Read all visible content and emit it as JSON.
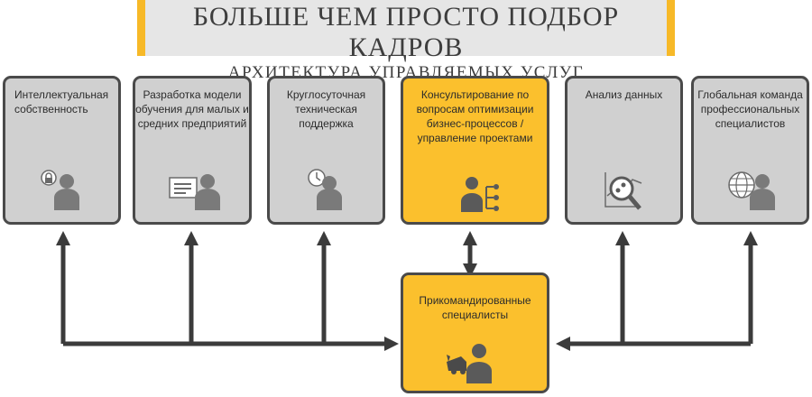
{
  "title": {
    "main": "БОЛЬШЕ ЧЕМ ПРОСТО ПОДБОР КАДРОВ",
    "sub": "АРХИТЕКТУРА УПРАВЛЯЕМЫХ УСЛУГ"
  },
  "boxes": [
    {
      "label": "Интеллектуальная собственность",
      "icon": "intellectual-property-icon"
    },
    {
      "label": "Разработка модели обучения для малых и средних предприятий",
      "icon": "training-model-icon"
    },
    {
      "label": "Круглосуточная техническая поддержка",
      "icon": "support-clock-icon"
    },
    {
      "label": "Консультирование по вопросам оптимизации бизнес-процессов / управление проектами",
      "icon": "consulting-icon"
    },
    {
      "label": "Анализ данных",
      "icon": "data-analysis-icon"
    },
    {
      "label": "Глобальная команда профессиональных специалистов",
      "icon": "global-team-icon"
    }
  ],
  "center": {
    "label": "Прикомандированные специалисты",
    "icon": "seconded-specialists-icon"
  },
  "colors": {
    "accent": "#fbc02d",
    "box": "#d0d0d0",
    "border": "#4a4a4a",
    "arrow": "#3b3b3b"
  }
}
